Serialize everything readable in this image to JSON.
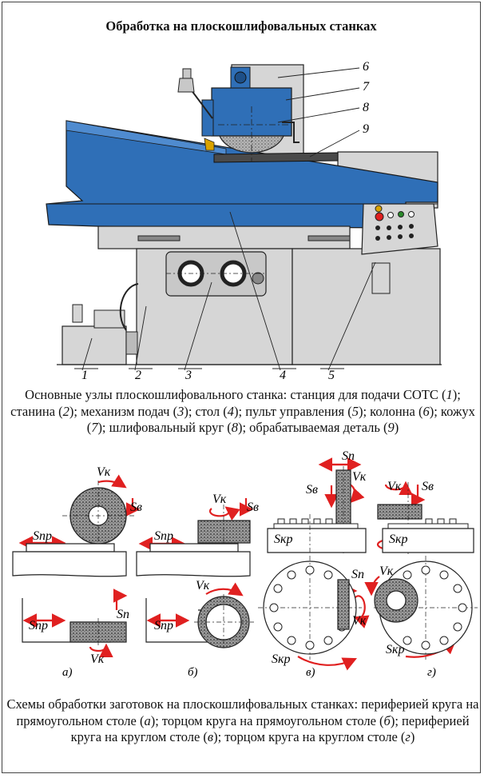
{
  "title": "Обработка на плоскошлифовальных станках",
  "machine_callouts": {
    "c1": "1",
    "c2": "2",
    "c3": "3",
    "c4": "4",
    "c5": "5",
    "c6": "6",
    "c7": "7",
    "c8": "8",
    "c9": "9"
  },
  "caption_parts": {
    "intro": "Основные узлы плоскошлифовального станка: станция для подачи СОТС (",
    "n1": "1",
    "s1": "); станина (",
    "n2": "2",
    "s2": "); механизм подач (",
    "n3": "3",
    "s3": "); стол (",
    "n4": "4",
    "s4": "); пульт управления (",
    "n5": "5",
    "s5": "); колонна (",
    "n6": "6",
    "s6": "); кожух (",
    "n7": "7",
    "s7": "); шлифовальный круг (",
    "n8": "8",
    "s8": "); обрабатываемая деталь (",
    "n9": "9",
    "s9": ")"
  },
  "schemes": {
    "labels": {
      "Vk": "Vк",
      "Sv": "Sв",
      "Spr": "Sпр",
      "Sp": "Sп",
      "Skr": "Sкр"
    },
    "a": "а)",
    "b": "б)",
    "v": "в)",
    "g": "г)"
  },
  "caption2_parts": {
    "intro": "Схемы обработки заготовок на плоскошлифовальных станках: периферией круга на прямоугольном столе (",
    "a": "а",
    "t1": "); торцом круга на прямоугольном столе (",
    "b": "б",
    "t2": "); периферией круга на круглом столе (",
    "v": "в",
    "t3": "); торцом круга на круглом столе (",
    "g": "г",
    "t4": ")"
  },
  "colors": {
    "blue": "#2f6fb7",
    "grey": "#d6d6d6",
    "red": "#e02020",
    "grit": "#9a9a9a"
  }
}
